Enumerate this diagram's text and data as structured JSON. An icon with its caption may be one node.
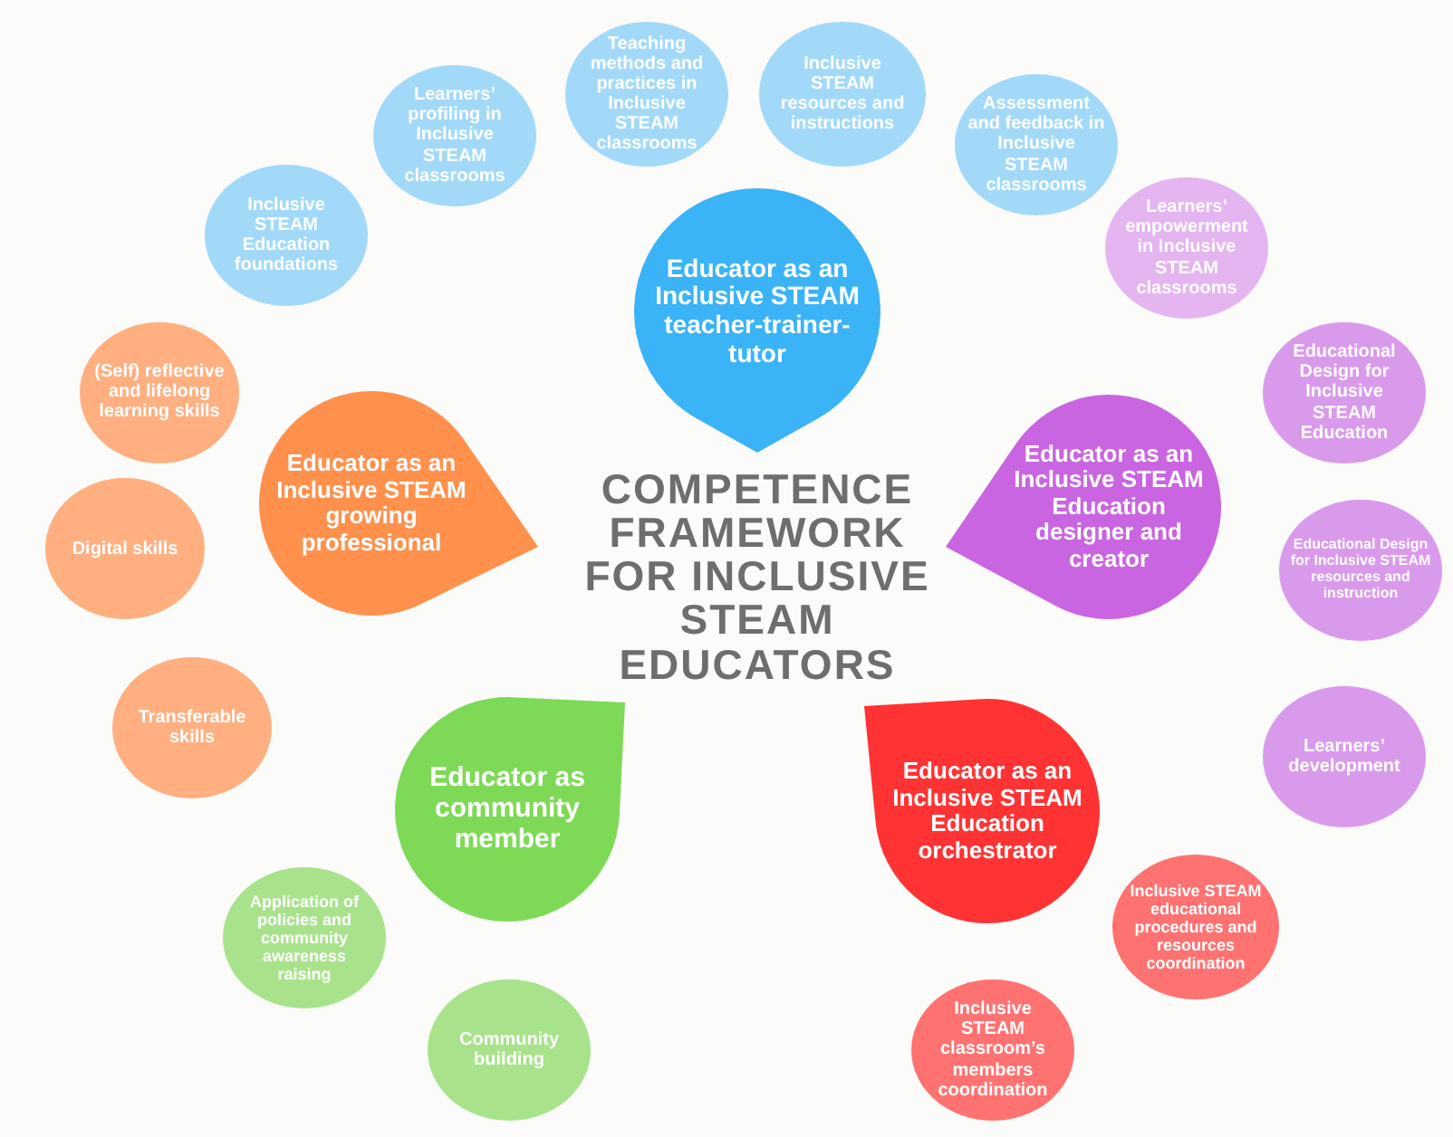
{
  "diagram": {
    "title": "COMPETENCE FRAMEWORK FOR INCLUSIVE STEAM EDUCATORS",
    "nodes": [
      {
        "text": [
          "Educator as an Inclusive STEAM teacher-trainer-tutor"
        ]
      },
      {
        "text": [
          "Inclusive STEAM Education foundations"
        ]
      },
      {
        "text": [
          "Learners’ profiling in Inclusive STEAM classrooms"
        ]
      },
      {
        "text": [
          "Teaching methods and practices in Inclusive STEAM classrooms"
        ]
      },
      {
        "text": [
          "Inclusive STEAM resources and instructions"
        ]
      },
      {
        "text": [
          "Assessment and feedback in Inclusive STEAM classrooms"
        ]
      },
      {
        "text": [
          "Educator as an Inclusive STEAM Education designer and creator"
        ]
      },
      {
        "text": [
          "Learners’ empowerment in Inclusive STEAM classrooms"
        ]
      },
      {
        "text": [
          "Educational Design for Inclusive STEAM Education"
        ]
      },
      {
        "text": [
          "Educational Design for Inclusive STEAM resources and instruction"
        ]
      },
      {
        "text": [
          "Learners’ development"
        ]
      },
      {
        "text": [
          "Educator as an Inclusive STEAM Education orchestrator"
        ]
      },
      {
        "text": [
          "Inclusive STEAM educational procedures and resources coordination"
        ]
      },
      {
        "text": [
          "Inclusive STEAM classroom’s members coordination"
        ]
      },
      {
        "text": [
          "Educator as community member"
        ]
      },
      {
        "text": [
          "Application of policies and community awareness raising"
        ]
      },
      {
        "text": [
          "Community building"
        ]
      },
      {
        "text": [
          "Educator as an Inclusive STEAM growing professional"
        ]
      },
      {
        "text": [
          "(Self) reflective and lifelong learning skills"
        ]
      },
      {
        "text": [
          "Digital skills"
        ]
      },
      {
        "text": [
          "Transferable skills"
        ]
      }
    ]
  }
}
